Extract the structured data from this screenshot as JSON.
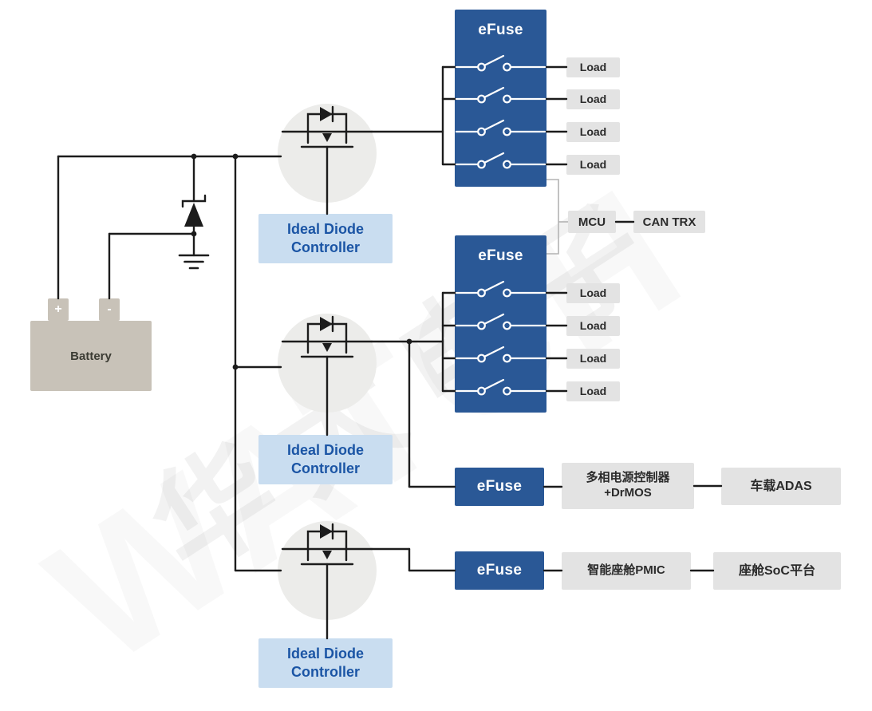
{
  "watermark": {
    "cn": "华太电子",
    "en": "WATCH"
  },
  "battery": {
    "label": "Battery",
    "plus": "+",
    "minus": "-"
  },
  "controllers": [
    {
      "line1": "Ideal Diode",
      "line2": "Controller"
    },
    {
      "line1": "Ideal Diode",
      "line2": "Controller"
    },
    {
      "line1": "Ideal Diode",
      "line2": "Controller"
    }
  ],
  "banks": [
    {
      "title": "eFuse",
      "loads": [
        "Load",
        "Load",
        "Load",
        "Load"
      ]
    },
    {
      "title": "eFuse",
      "loads": [
        "Load",
        "Load",
        "Load",
        "Load"
      ]
    }
  ],
  "mcu_label": "MCU",
  "can_trx_label": "CAN TRX",
  "rails": [
    {
      "efuse": "eFuse",
      "stage_line1": "多相电源控制器",
      "stage_line2": "+DrMOS",
      "target": "车载ADAS"
    },
    {
      "efuse": "eFuse",
      "stage_line1": "智能座舱PMIC",
      "target": "座舱SoC平台"
    }
  ],
  "colors": {
    "efuse_blue": "#2a5896",
    "controller_blue": "#c9ddf0",
    "block_gray": "#e3e3e3",
    "battery_gray": "#c8c2b8",
    "wire": "#1c1c1c",
    "bracket_gray": "#b3b3b3"
  }
}
